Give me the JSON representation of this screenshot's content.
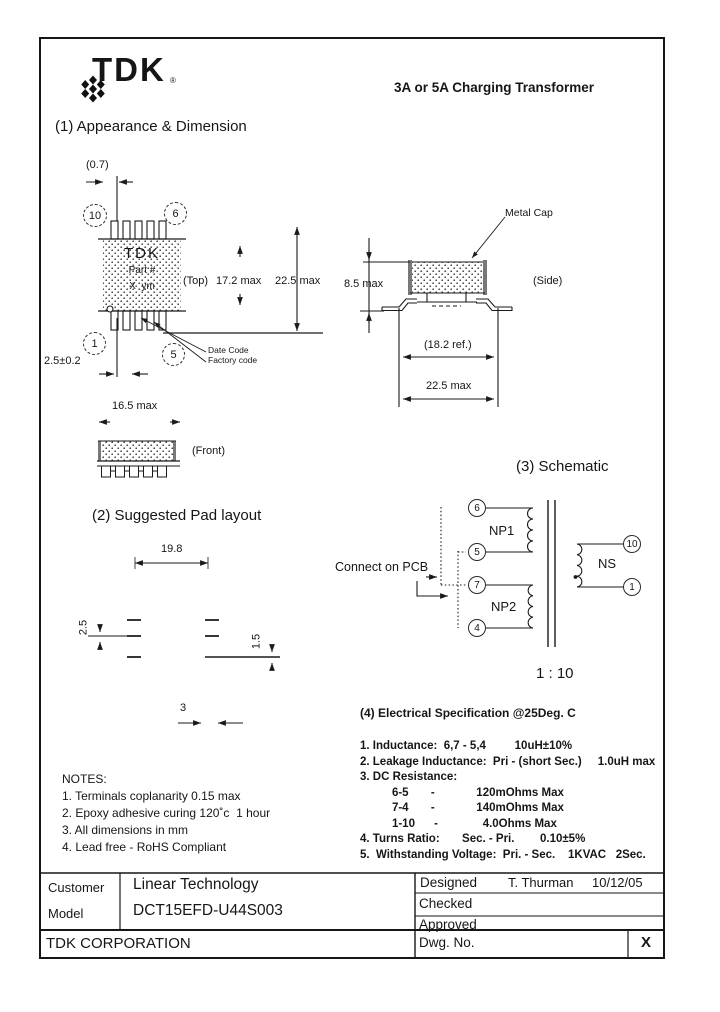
{
  "brand": {
    "logo_text": "TDK",
    "reg": "®"
  },
  "header": {
    "title": "3A or 5A Charging Transformer"
  },
  "sections": {
    "appearance": "(1) Appearance & Dimension",
    "pad_layout": "(2) Suggested Pad layout",
    "schematic": "(3) Schematic",
    "electrical": "(4) Electrical Specification @25Deg. C"
  },
  "top_view": {
    "pin_pitch": "(0.7)",
    "pin10": "10",
    "pin6": "6",
    "pin1": "1",
    "pin5": "5",
    "marking_brand": "TDK",
    "marking_part": "Part #",
    "marking_code": "X  ym",
    "view_label": "(Top)",
    "body_dim": "17.2 max",
    "total_dim": "22.5 max",
    "lead_dim": "2.5±0.2",
    "width_dim": "16.5 max",
    "date_code_label": "Date Code",
    "factory_code_label": "Factory code"
  },
  "side_view": {
    "metal_cap_label": "Metal Cap",
    "height_dim": "8.5 max",
    "view_label": "(Side)",
    "ref_dim": "(18.2 ref.)",
    "width_dim": "22.5 max"
  },
  "front_view": {
    "view_label": "(Front)"
  },
  "pad_layout": {
    "width_dim": "19.8",
    "pitch_dim": "2.5",
    "pad_dim": "1.5",
    "gap_dim": "3"
  },
  "schematic": {
    "connect_note": "Connect on PCB",
    "np1": "NP1",
    "np2": "NP2",
    "ns": "NS",
    "pin6": "6",
    "pin5": "5",
    "pin7": "7",
    "pin4": "4",
    "pin10": "10",
    "pin1": "1",
    "turns_ratio": "1 : 10"
  },
  "spec": {
    "lines": [
      "1. Inductance:  6,7 - 5,4         10uH±10%",
      "2. Leakage Inductance:  Pri - (short Sec.)     1.0uH max",
      "3. DC Resistance:",
      "          6-5       -             120mOhms Max",
      "          7-4       -             140mOhms Max",
      "          1-10      -              4.0Ohms Max",
      "4. Turns Ratio:       Sec. - Pri.        0.10±5%",
      "5.  Withstanding Voltage:  Pri. - Sec.    1KVAC   2Sec."
    ]
  },
  "notes": {
    "heading": "NOTES:",
    "items": [
      "1. Terminals coplanarity 0.15 max",
      "2. Epoxy adhesive curing 120˚c  1 hour",
      "3. All dimensions in mm",
      "4. Lead free - RoHS Compliant"
    ]
  },
  "title_block": {
    "customer_label": "Customer",
    "customer": "Linear Technology",
    "model_label": "Model",
    "model": "DCT15EFD-U44S003",
    "company": "TDK CORPORATION",
    "designed_label": "Designed",
    "designed_by": "T. Thurman",
    "designed_date": "10/12/05",
    "checked_label": "Checked",
    "approved_label": "Approved",
    "dwg_label": "Dwg. No.",
    "size_mark": "X"
  }
}
